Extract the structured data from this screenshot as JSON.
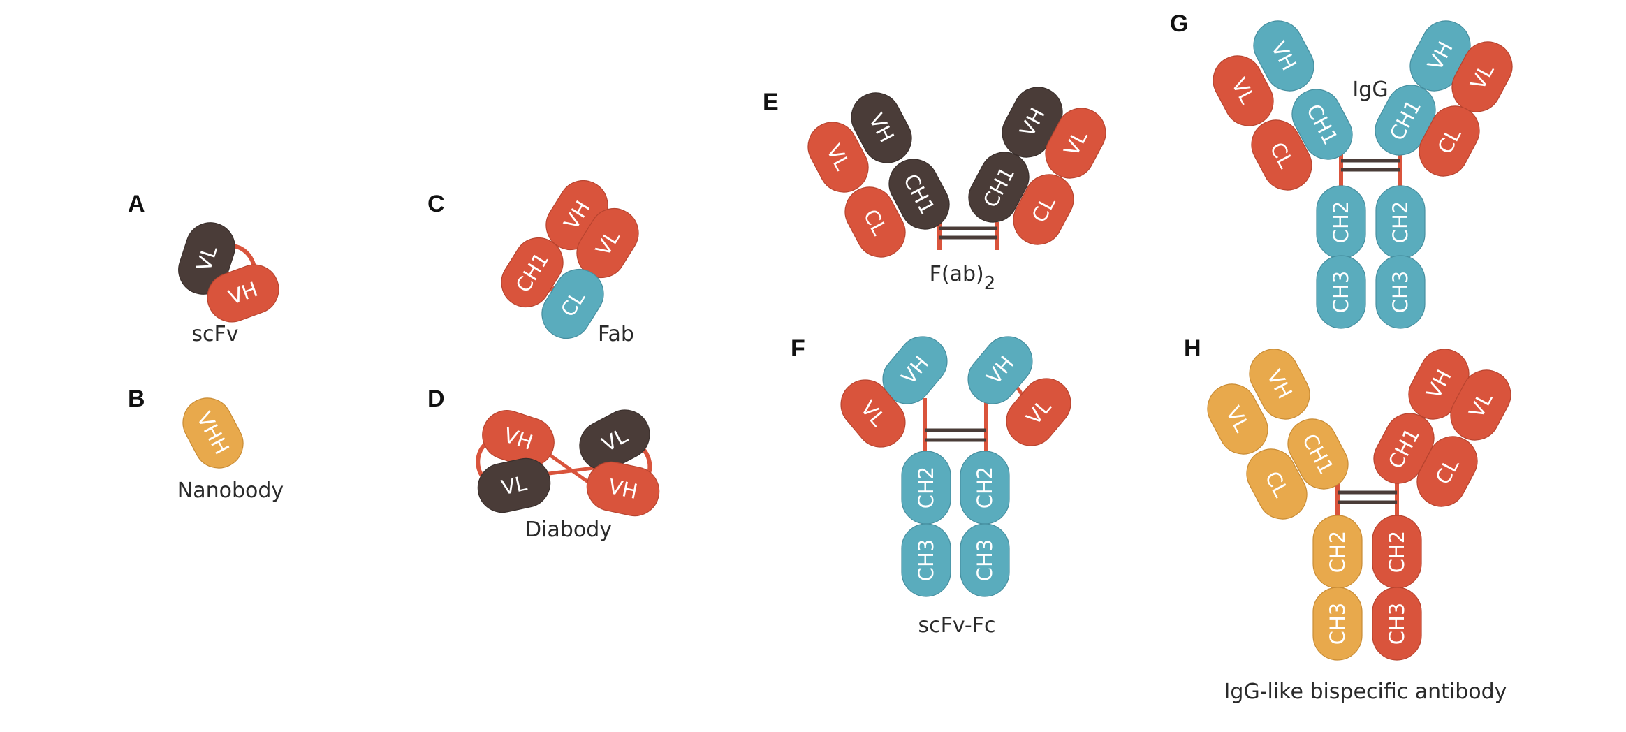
{
  "colors": {
    "dark": "#4a3c38",
    "red": "#d9543c",
    "teal": "#5aacbd",
    "orange": "#e8a94c",
    "linker": "#d9543c",
    "disulfide": "#4a3c38"
  },
  "panels": [
    {
      "letter": "A",
      "caption": "scFv"
    },
    {
      "letter": "B",
      "caption": "Nanobody"
    },
    {
      "letter": "C",
      "caption": "Fab"
    },
    {
      "letter": "D",
      "caption": "Diabody"
    },
    {
      "letter": "E",
      "caption": "F(ab)",
      "caption_sub": "2"
    },
    {
      "letter": "F",
      "caption": "scFv-Fc"
    },
    {
      "letter": "G",
      "caption": "IgG"
    },
    {
      "letter": "H",
      "caption": "IgG-like bispecific antibody"
    }
  ],
  "domain_labels": {
    "vl": "VL",
    "vh": "VH",
    "vhh": "VHH",
    "cl": "CL",
    "ch1": "CH1",
    "ch2": "CH2",
    "ch3": "CH3"
  }
}
